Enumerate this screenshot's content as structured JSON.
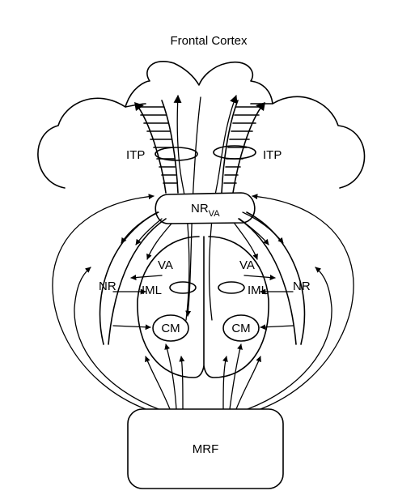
{
  "labels": {
    "title": "Frontal Cortex",
    "itp_left": "ITP",
    "itp_right": "ITP",
    "nr_main": "NR",
    "nr_sub": "VA",
    "va_left": "VA",
    "va_right": "VA",
    "nr_left": "NR",
    "nr_right": "NR",
    "iml_left": "IML",
    "iml_right": "IML",
    "cm_left": "CM",
    "cm_right": "CM",
    "mrf": "MRF"
  }
}
